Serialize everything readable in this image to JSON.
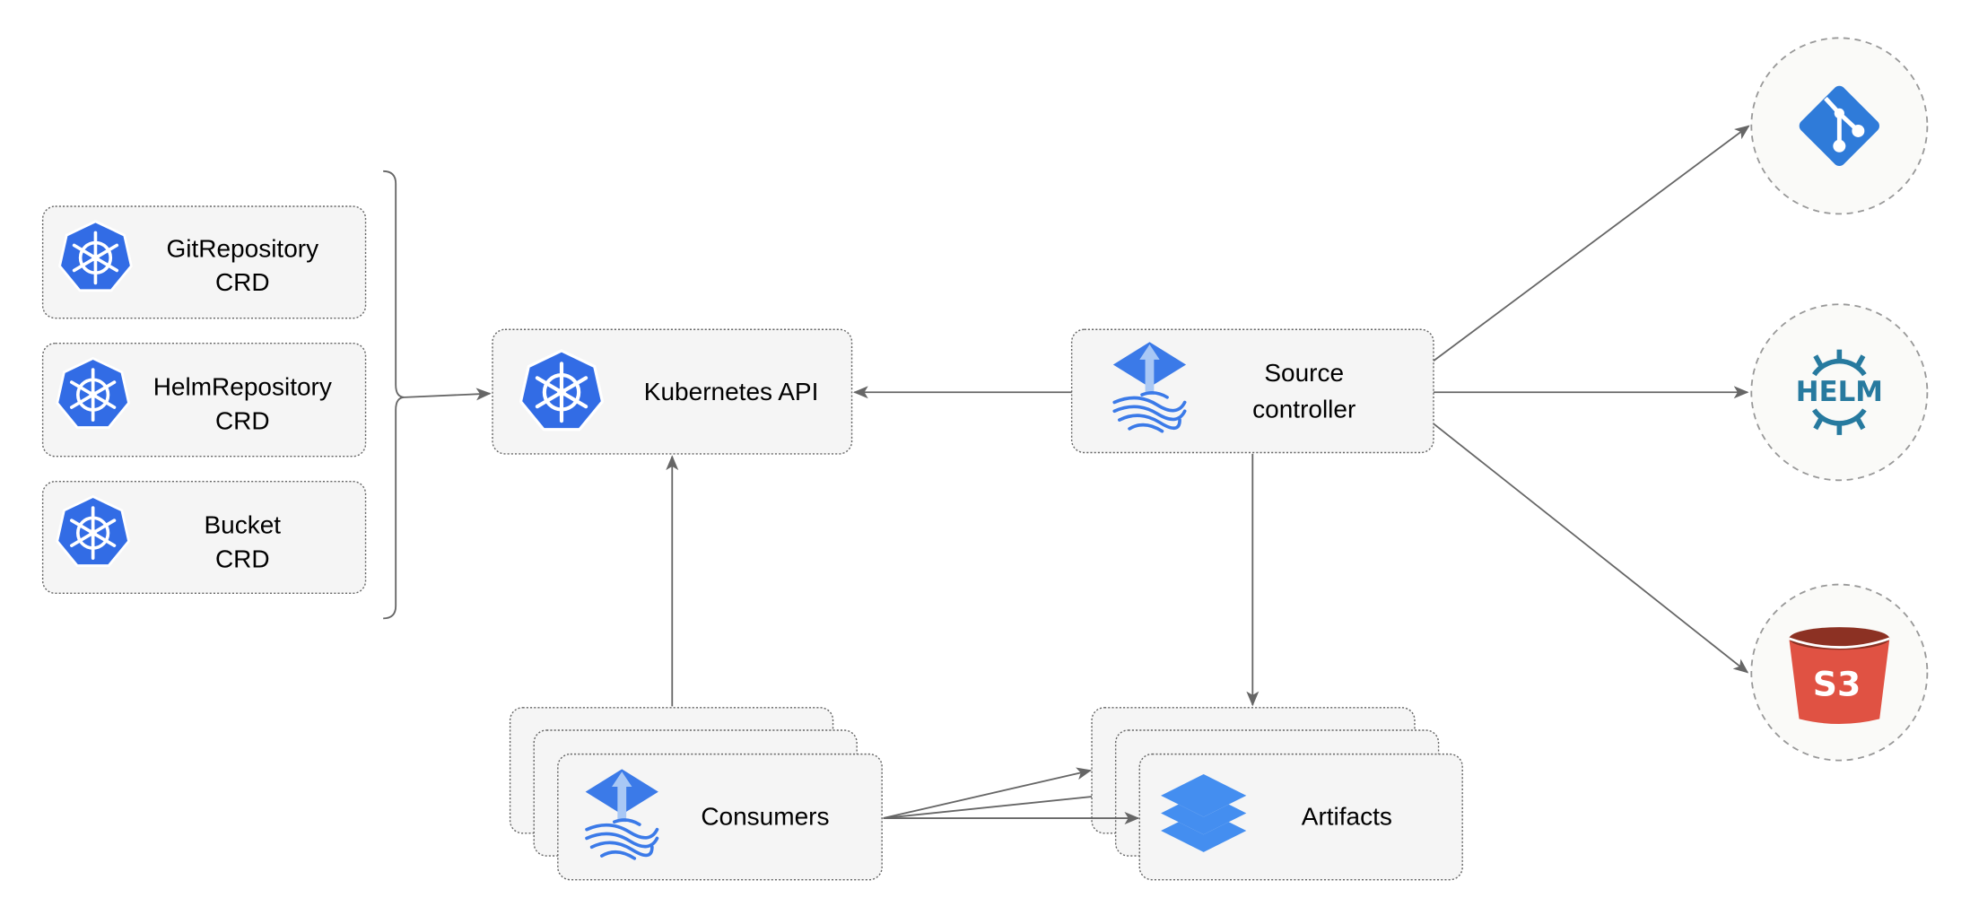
{
  "crds": [
    {
      "line1": "GitRepository",
      "line2": "CRD"
    },
    {
      "line1": "HelmRepository",
      "line2": "CRD"
    },
    {
      "line1": "Bucket",
      "line2": "CRD"
    }
  ],
  "kubernetes_api": {
    "label": "Kubernetes API"
  },
  "source_controller": {
    "line1": "Source",
    "line2": "controller"
  },
  "consumers": {
    "label": "Consumers"
  },
  "artifacts": {
    "label": "Artifacts"
  },
  "sources": {
    "git": {
      "icon": "git-icon",
      "color": "#2f7bd9"
    },
    "helm": {
      "icon": "helm-icon",
      "logo_text": "HELM",
      "color": "#277a9f"
    },
    "s3": {
      "icon": "s3-bucket-icon",
      "logo_text": "S3",
      "color": "#e05243",
      "top_color": "#8c3123"
    }
  },
  "colors": {
    "kubernetes_blue": "#326ce5",
    "flux_blue": "#3b7ae8",
    "artifacts_blue": "#448ef0"
  }
}
